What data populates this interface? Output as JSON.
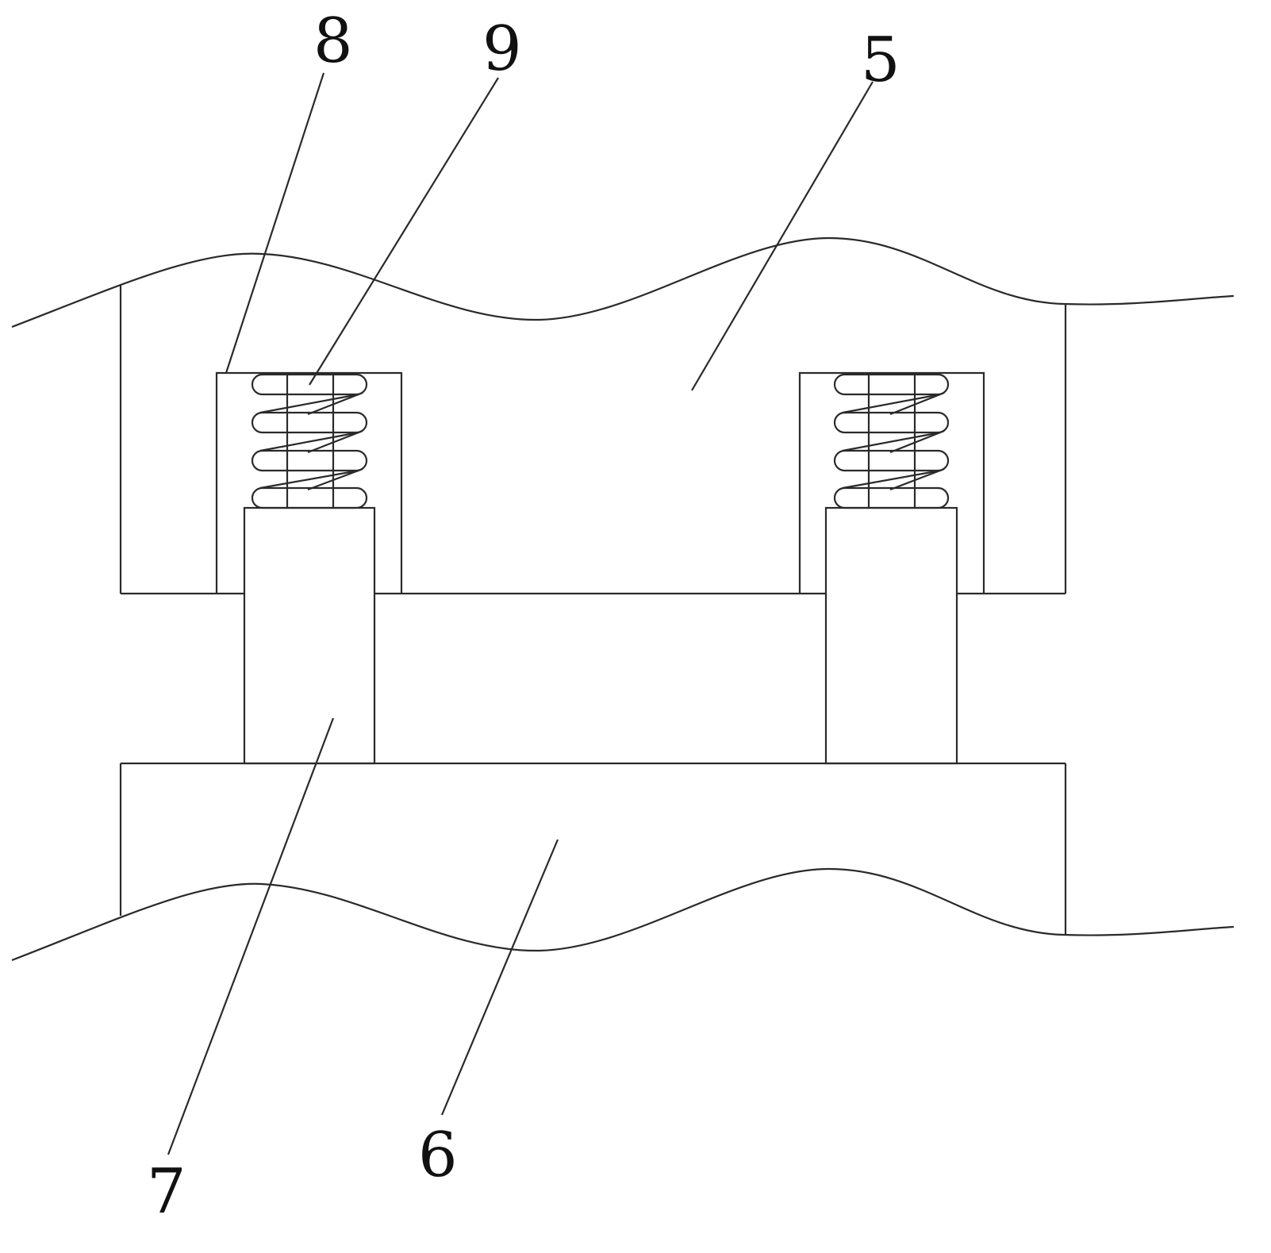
{
  "labels": {
    "part5": "5",
    "part6": "6",
    "part7": "7",
    "part8": "8",
    "part9": "9"
  },
  "springs": {
    "count": 2,
    "coils": 4
  }
}
